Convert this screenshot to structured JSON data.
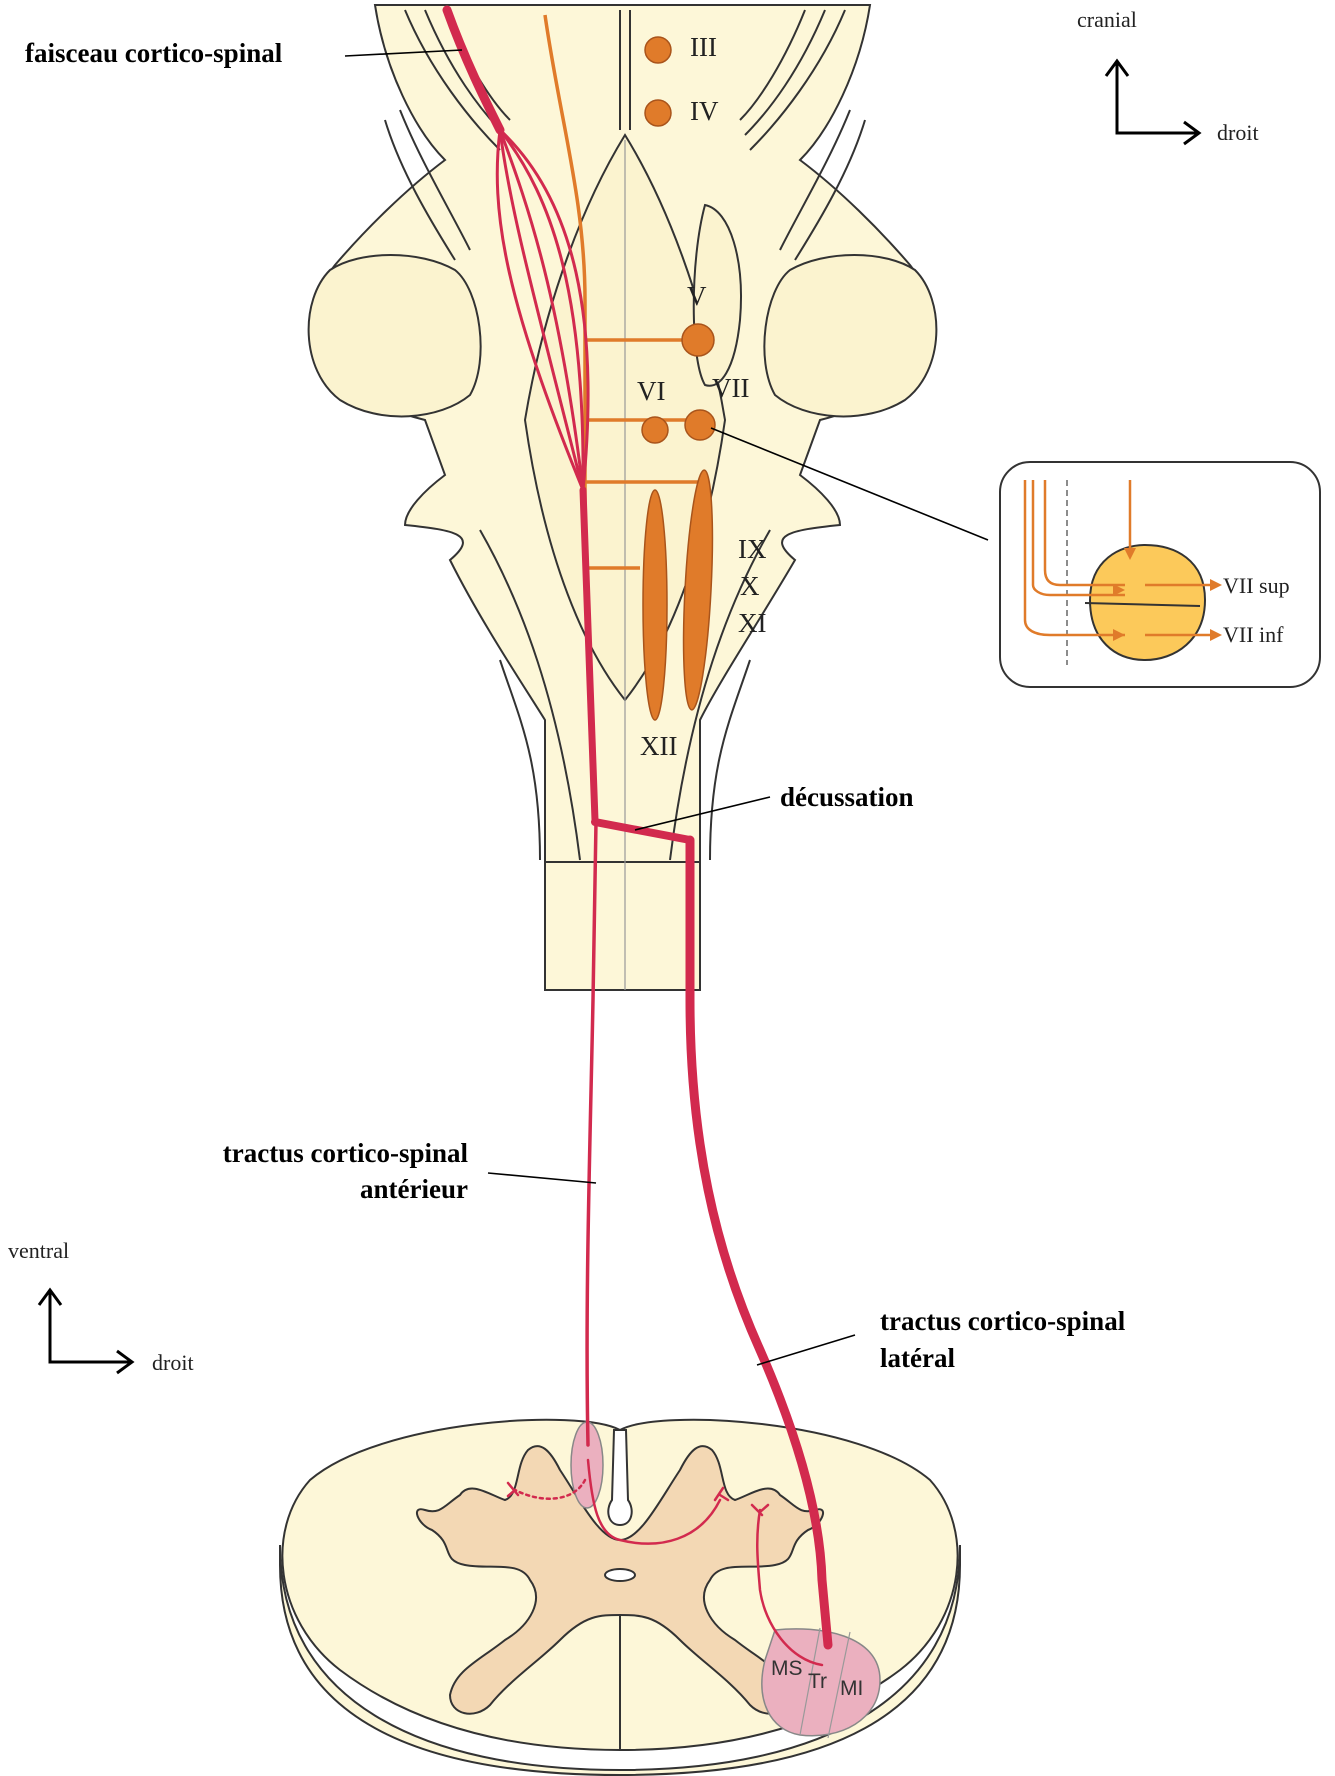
{
  "labels": {
    "faisceau": "faisceau cortico-spinal",
    "decussation": "décussation",
    "anterior_line1": "tractus cortico-spinal",
    "anterior_line2": "antérieur",
    "lateral_line1": "tractus cortico-spinal",
    "lateral_line2": "latéral"
  },
  "orientation_top": {
    "vertical": "cranial",
    "horizontal": "droit"
  },
  "orientation_bottom": {
    "vertical": "ventral",
    "horizontal": "droit"
  },
  "nuclei": {
    "iii": "III",
    "iv": "IV",
    "v": "V",
    "vi": "VI",
    "vii": "VII",
    "ix": "IX",
    "x": "X",
    "xi": "XI",
    "xii": "XII"
  },
  "inset": {
    "upper": "VII sup",
    "lower": "VII inf"
  },
  "cord_regions": {
    "ms": "MS",
    "tr": "Tr",
    "mi": "MI"
  },
  "colors": {
    "tract": "#d22a4e",
    "nerve": "#e07b2a",
    "brainstem": "#fdf7d8",
    "grey_matter": "#f3d8b4",
    "tract_area": "#ebb0bf",
    "inset_nucleus": "#fcc95a"
  }
}
